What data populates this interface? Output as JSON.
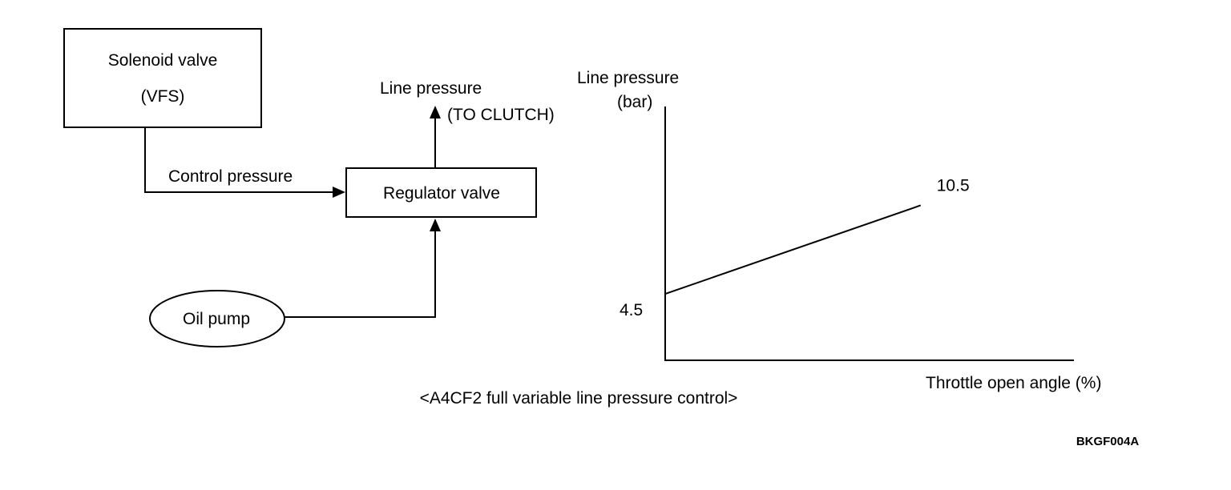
{
  "flow": {
    "solenoid_valve_line1": "Solenoid valve",
    "solenoid_valve_line2": "(VFS)",
    "control_pressure": "Control pressure",
    "regulator_valve": "Regulator valve",
    "oil_pump": "Oil pump",
    "line_pressure": "Line pressure",
    "to_clutch": "(TO CLUTCH)"
  },
  "chart_data": {
    "type": "line",
    "title": "",
    "xlabel": "Throttle open angle (%)",
    "ylabel_line1": "Line pressure",
    "ylabel_line2": "(bar)",
    "series": [
      {
        "x": [
          0,
          100
        ],
        "values": [
          4.5,
          10.5
        ]
      }
    ],
    "point_labels": [
      "4.5",
      "10.5"
    ],
    "xlim": [
      0,
      160
    ],
    "ylim": [
      0,
      17.2
    ],
    "grid": false,
    "legend": "none"
  },
  "caption": "<A4CF2 full variable line pressure control>",
  "figure_code": "BKGF004A"
}
